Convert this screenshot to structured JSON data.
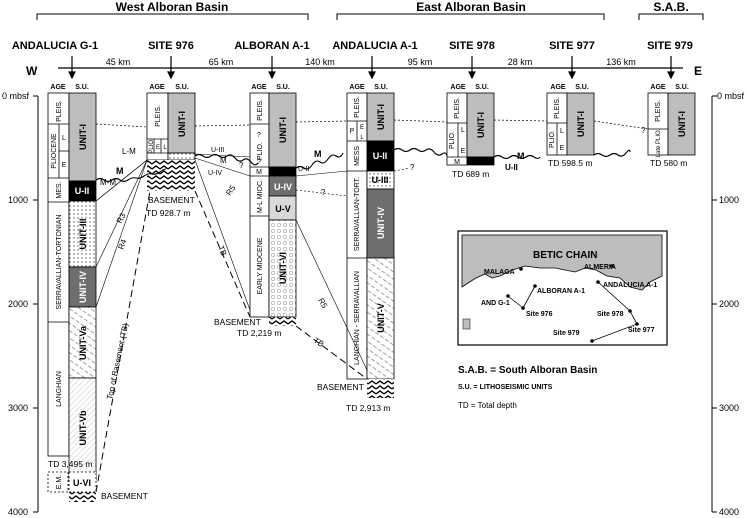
{
  "basins": {
    "west": "West Alboran Basin",
    "east": "East Alboran Basin",
    "sab": "S.A.B."
  },
  "sites": {
    "andalucia_g1": "ANDALUCIA G-1",
    "site976": "SITE 976",
    "alboran_a1": "ALBORAN A-1",
    "andalucia_a1": "ANDALUCIA A-1",
    "site978": "SITE 978",
    "site977": "SITE 977",
    "site979": "SITE 979"
  },
  "compass": {
    "west": "W",
    "east": "E"
  },
  "distances": [
    "45 km",
    "65 km",
    "140 km",
    "95 km",
    "28 km",
    "136 km"
  ],
  "depth_axis": {
    "unit_label": "0 mbsf",
    "ticks": [
      "1000",
      "2000",
      "3000",
      "4000"
    ]
  },
  "column_headers": {
    "age": "AGE",
    "su": "S.U."
  },
  "ages": {
    "pleis": "PLEIS.",
    "pliocene": "PLIOCENE",
    "plio": "PLIO.",
    "e": "E",
    "l": "L",
    "mes": "MES.",
    "mess": "MESS",
    "m": "M",
    "p": "P",
    "serravallian_tortonian": "SERRAVALLIAN-TORTONIAN",
    "serravallian_tort": "SERRAVALLIAN-TORT.",
    "langhian": "LANGHIAN",
    "langhian_serravallian": "LANGHIAN - SERRAVALLIAN",
    "ml_mioc": "M-L MIOC.",
    "early_miocene": "EARLY MIOCENE",
    "em": "E.M.",
    "q": "?",
    "late_plio": "Late PLIO."
  },
  "units": {
    "unit_i": "UNIT-I",
    "u_ii": "U-II",
    "unit_iii": "UNIT-III",
    "u_iii": "U-III",
    "unit_iv": "UNIT-IV",
    "u_iv": "U-IV",
    "u_v": "U-V",
    "unit_v": "UNIT-V",
    "unit_va": "UNIT-Va",
    "unit_vb": "UNIT-Vb",
    "u_vi": "U-VI",
    "unit_vi": "UNIT-VI"
  },
  "boundaries": {
    "lm": "L-M",
    "m": "M",
    "mm": "M-M",
    "r3": "R3",
    "r4": "R4",
    "r5": "R5",
    "tb": "TB",
    "top_basement": "Top of Basement (TB)",
    "u_iii": "U-III",
    "u_iv": "U-IV",
    "u_ii": "U-II",
    "q": "?"
  },
  "basement": "BASEMENT",
  "total_depths": {
    "g1": "TD 3,495 m",
    "s976": "TD 928.7 m",
    "a1": "TD 2,219 m",
    "aa1": "TD 2,913 m",
    "s978": "TD 689 m",
    "s977": "TD 598.5 m",
    "s979": "TD 580 m"
  },
  "map": {
    "betic": "BETIC  CHAIN",
    "malaga": "MALAGA",
    "almeria": "ALMERIA",
    "alboran_a1": "ALBORAN A-1",
    "andalucia_a1": "ANDALUCIA A-1",
    "and_g1": "AND G-1",
    "site976": "Site 976",
    "site978": "Site 978",
    "site977": "Site 977",
    "site979": "Site 979"
  },
  "legend": {
    "sab": "S.A.B. = South Alboran Basin",
    "su": "S.U. = LITHOSEISMIC UNITS",
    "td": "TD = Total depth"
  }
}
